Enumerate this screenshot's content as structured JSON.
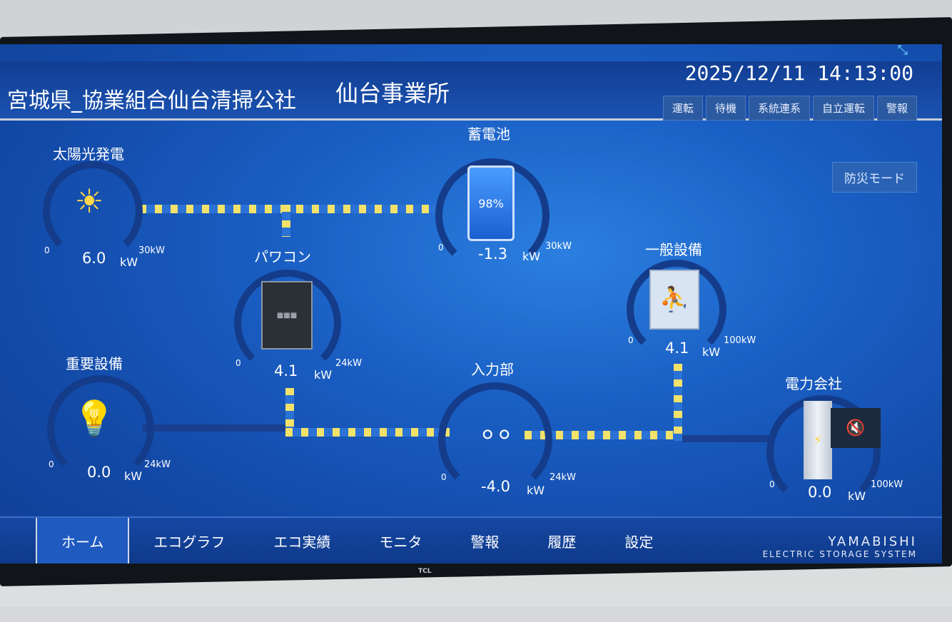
{
  "header": {
    "site": "宮城県_協業組合仙台清掃公社",
    "office": "仙台事業所",
    "clock": "2025/12/11 14:13:00",
    "status_buttons": [
      "運転",
      "待機",
      "系統連系",
      "自立運転",
      "警報"
    ],
    "mode_button": "防災モード"
  },
  "nodes": {
    "solar": {
      "title": "太陽光発電",
      "value": "6.0",
      "unit": "kW",
      "max": "30kW",
      "min": "0",
      "level": 0.2,
      "color": "#f0d84a"
    },
    "battery": {
      "title": "蓄電池",
      "value": "-1.3",
      "unit": "kW",
      "max": "30kW",
      "min": "0",
      "soc": "98%",
      "level": 0.04,
      "color": "#4fe0c8"
    },
    "pcs": {
      "title": "パワコン",
      "value": "4.1",
      "unit": "kW",
      "max": "24kW",
      "min": "0",
      "level": 0.17,
      "color": "#4fe0c8"
    },
    "general": {
      "title": "一般設備",
      "value": "4.1",
      "unit": "kW",
      "max": "100kW",
      "min": "0",
      "level": 0.04,
      "color": "#f0a040"
    },
    "important": {
      "title": "重要設備",
      "value": "0.0",
      "unit": "kW",
      "max": "24kW",
      "min": "0",
      "level": 0,
      "color": "#f0d84a"
    },
    "input": {
      "title": "入力部",
      "value": "-4.0",
      "unit": "kW",
      "max": "24kW",
      "min": "0",
      "level": 0.17,
      "color": "#ffffff"
    },
    "utility": {
      "title": "電力会社",
      "value": "0.0",
      "unit": "kW",
      "max": "100kW",
      "min": "0",
      "level": 0,
      "color": "#f0d84a"
    }
  },
  "nav": {
    "items": [
      "ホーム",
      "エコグラフ",
      "エコ実績",
      "モニタ",
      "警報",
      "履歴",
      "設定"
    ],
    "active": "ホーム"
  },
  "brand": {
    "name": "YAMABISHI",
    "tagline": "ELECTRIC STORAGE SYSTEM"
  },
  "tv_logo": "TCL",
  "mute_icon": "mute-speaker-icon"
}
